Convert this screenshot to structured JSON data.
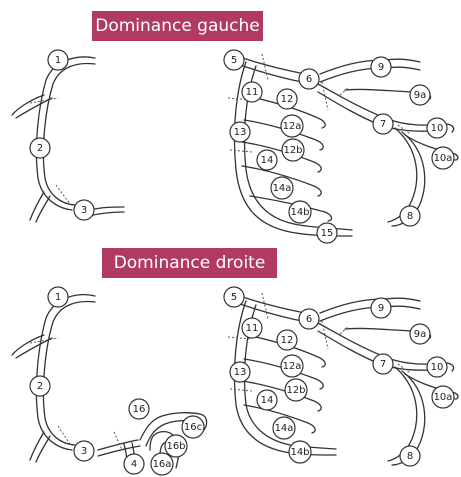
{
  "colors": {
    "banner": "#b03a62",
    "lines": "#333333"
  },
  "banners": [
    {
      "id": "left-dominance",
      "label": "Dominance gauche"
    },
    {
      "id": "right-dominance",
      "label": "Dominance droite"
    }
  ],
  "diagrams": {
    "left_dominance": {
      "right_coronary": [
        "1",
        "2",
        "3"
      ],
      "left_coronary": [
        "5",
        "6",
        "7",
        "8",
        "9",
        "9a",
        "10",
        "10a",
        "11",
        "12",
        "12a",
        "12b",
        "13",
        "14",
        "14a",
        "14b",
        "15"
      ]
    },
    "right_dominance": {
      "right_coronary": [
        "1",
        "2",
        "3",
        "4",
        "16",
        "16a",
        "16b",
        "16c"
      ],
      "left_coronary": [
        "5",
        "6",
        "7",
        "8",
        "9",
        "9a",
        "10",
        "10a",
        "11",
        "12",
        "12a",
        "12b",
        "13",
        "14",
        "14a",
        "14b"
      ]
    }
  }
}
